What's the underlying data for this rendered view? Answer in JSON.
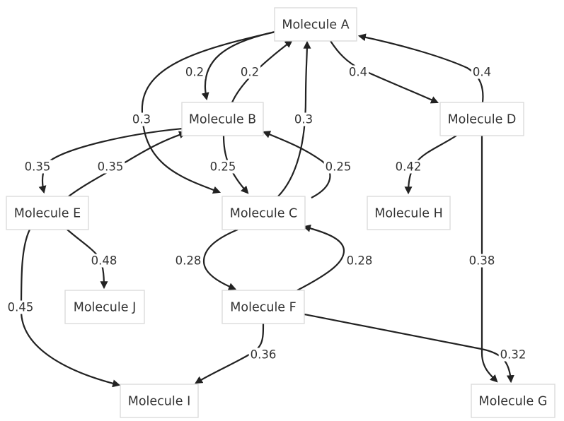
{
  "nodes": [
    {
      "id": "A",
      "label": "Molecule A"
    },
    {
      "id": "B",
      "label": "Molecule B"
    },
    {
      "id": "C",
      "label": "Molecule C"
    },
    {
      "id": "D",
      "label": "Molecule D"
    },
    {
      "id": "E",
      "label": "Molecule E"
    },
    {
      "id": "F",
      "label": "Molecule F"
    },
    {
      "id": "G",
      "label": "Molecule G"
    },
    {
      "id": "H",
      "label": "Molecule H"
    },
    {
      "id": "I",
      "label": "Molecule I"
    },
    {
      "id": "J",
      "label": "Molecule J"
    }
  ],
  "edges": [
    {
      "id": "a-b",
      "from": "A",
      "to": "B",
      "label": "0.2"
    },
    {
      "id": "b-a",
      "from": "B",
      "to": "A",
      "label": "0.2"
    },
    {
      "id": "a-c",
      "from": "A",
      "to": "C",
      "label": "0.3"
    },
    {
      "id": "c-a",
      "from": "C",
      "to": "A",
      "label": "0.3"
    },
    {
      "id": "a-d",
      "from": "A",
      "to": "D",
      "label": "0.4"
    },
    {
      "id": "d-a",
      "from": "D",
      "to": "A",
      "label": "0.4"
    },
    {
      "id": "b-e",
      "from": "B",
      "to": "E",
      "label": "0.35"
    },
    {
      "id": "e-b",
      "from": "E",
      "to": "B",
      "label": "0.35"
    },
    {
      "id": "b-c",
      "from": "B",
      "to": "C",
      "label": "0.25"
    },
    {
      "id": "c-b",
      "from": "C",
      "to": "B",
      "label": "0.25"
    },
    {
      "id": "d-h",
      "from": "D",
      "to": "H",
      "label": "0.42"
    },
    {
      "id": "d-g",
      "from": "D",
      "to": "G",
      "label": "0.38"
    },
    {
      "id": "e-j",
      "from": "E",
      "to": "J",
      "label": "0.48"
    },
    {
      "id": "e-i",
      "from": "E",
      "to": "I",
      "label": "0.45"
    },
    {
      "id": "c-f",
      "from": "C",
      "to": "F",
      "label": "0.28"
    },
    {
      "id": "f-c",
      "from": "F",
      "to": "C",
      "label": "0.28"
    },
    {
      "id": "f-i",
      "from": "F",
      "to": "I",
      "label": "0.36"
    },
    {
      "id": "f-g",
      "from": "F",
      "to": "G",
      "label": "0.32"
    }
  ]
}
